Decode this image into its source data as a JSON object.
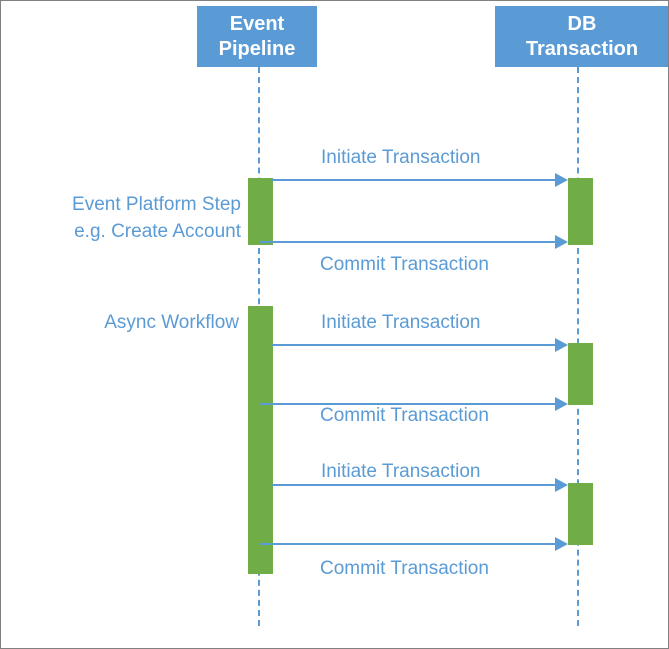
{
  "diagram": {
    "type": "sequence-diagram",
    "colors": {
      "participant_fill": "#5B9BD5",
      "participant_text": "#FFFFFF",
      "lifeline": "#5B9BD5",
      "activation_fill": "#70AD47",
      "message_line": "#5B9BD5",
      "message_text": "#5B9BD5",
      "note_text": "#5B9BD5",
      "canvas": "#FFFFFF",
      "border": "#808080"
    },
    "participants": [
      {
        "id": "event-pipeline",
        "line1": "Event",
        "line2": "Pipeline"
      },
      {
        "id": "db-transaction",
        "line1": "DB",
        "line2": "Transaction"
      }
    ],
    "notes": [
      {
        "id": "event-platform-step",
        "line1": "Event Platform Step",
        "line2": "e.g. Create Account"
      },
      {
        "id": "async-workflow",
        "line1": "Async Workflow",
        "line2": ""
      }
    ],
    "messages": [
      {
        "id": "m1",
        "label": "Initiate Transaction",
        "from": "event-pipeline",
        "to": "db-transaction",
        "direction": "right"
      },
      {
        "id": "m2",
        "label": "Commit Transaction",
        "from": "event-pipeline",
        "to": "db-transaction",
        "direction": "right"
      },
      {
        "id": "m3",
        "label": "Initiate Transaction",
        "from": "event-pipeline",
        "to": "db-transaction",
        "direction": "right"
      },
      {
        "id": "m4",
        "label": "Commit Transaction",
        "from": "event-pipeline",
        "to": "db-transaction",
        "direction": "right"
      },
      {
        "id": "m5",
        "label": "Initiate Transaction",
        "from": "event-pipeline",
        "to": "db-transaction",
        "direction": "right"
      },
      {
        "id": "m6",
        "label": "Commit Transaction",
        "from": "event-pipeline",
        "to": "db-transaction",
        "direction": "right"
      }
    ]
  }
}
